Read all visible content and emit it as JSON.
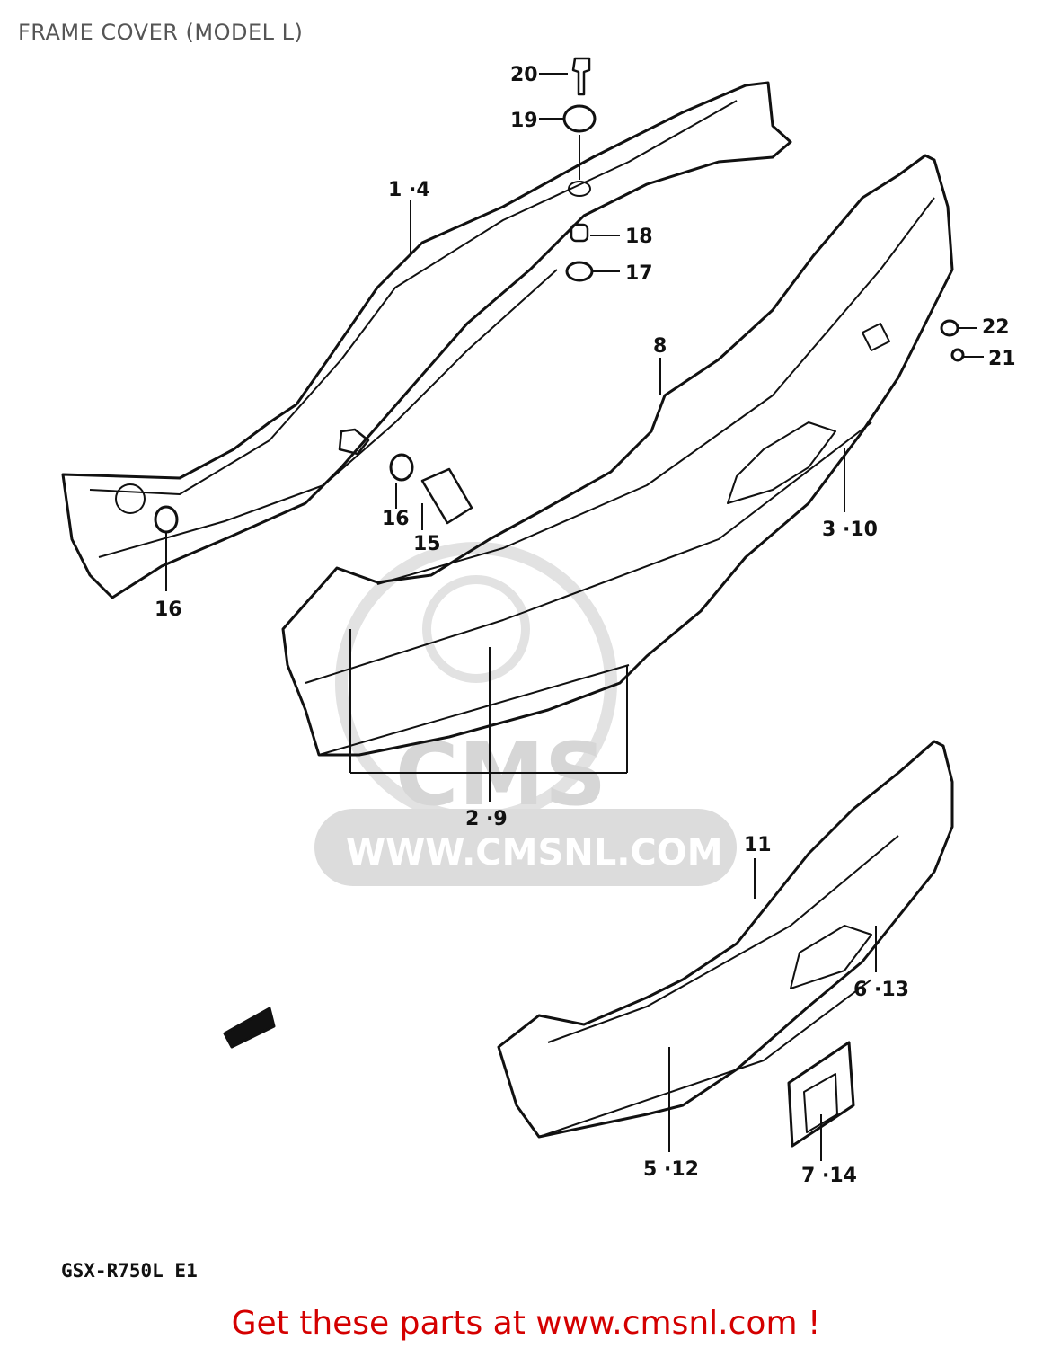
{
  "page": {
    "title": "FRAME COVER (MODEL L)"
  },
  "watermark": {
    "brand": "CMS",
    "url": "WWW.CMSNL.COM"
  },
  "labels": {
    "l20": "20",
    "l19": "19",
    "l18": "18",
    "l17": "17",
    "l1_4": "1 ·4",
    "l8": "8",
    "l22": "22",
    "l21": "21",
    "l16a": "16",
    "l15": "15",
    "l16b": "16",
    "l3_10": "3 ·10",
    "l2_9": "2 ·9",
    "l11": "11",
    "l6_13": "6 ·13",
    "l5_12": "5 ·12",
    "l7_14": "7 ·14"
  },
  "footer": {
    "model_code": "GSX-R750L E1",
    "call_to_action": "Get these parts at www.cmsnl.com !"
  },
  "colors": {
    "cta": "#d40000",
    "line": "#111111",
    "watermark": "#d6d6d6"
  }
}
